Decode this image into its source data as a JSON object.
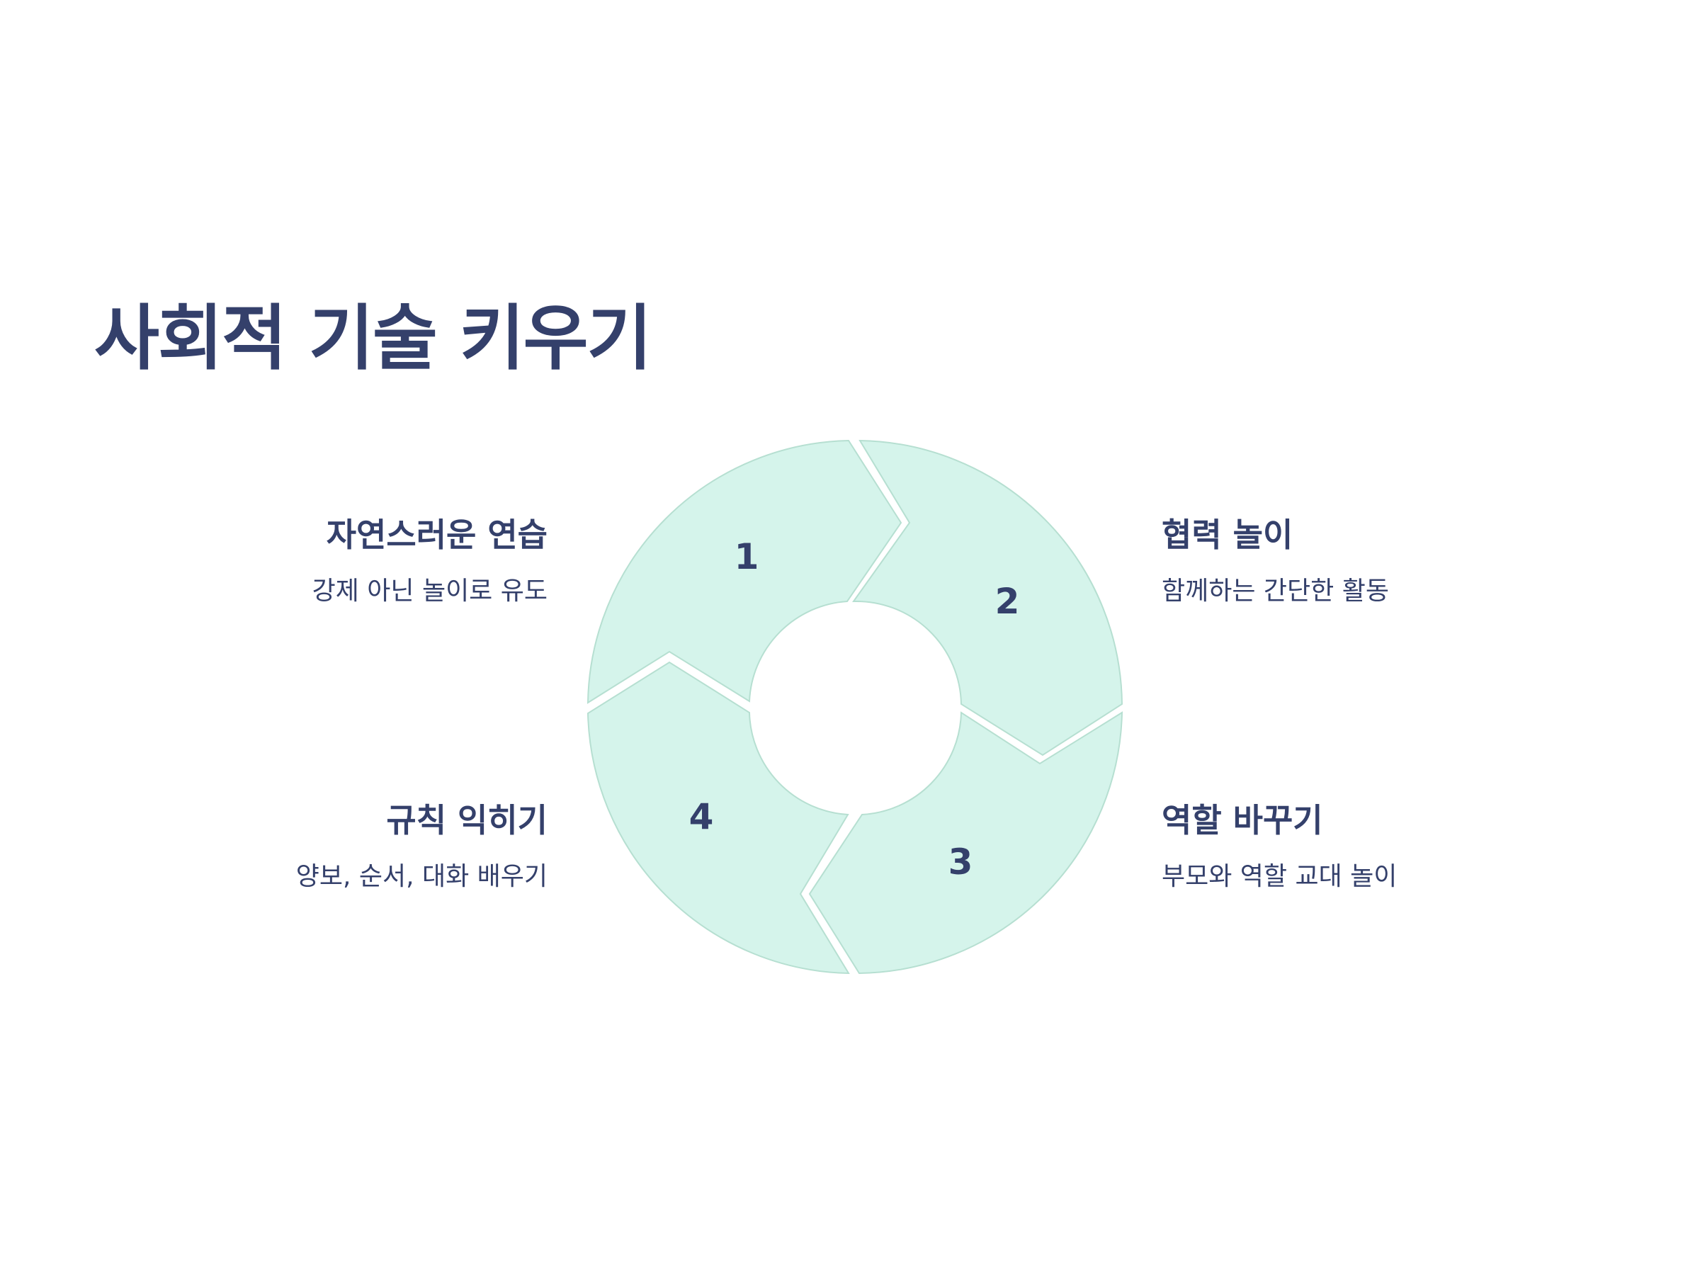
{
  "title": "사회적 기술 키우기",
  "colors": {
    "segment_fill": "#d5f4eb",
    "segment_stroke": "#b6dfd1",
    "text": "#34406b"
  },
  "steps": [
    {
      "number": "1",
      "heading": "자연스러운 연습",
      "description": "강제 아닌 놀이로 유도"
    },
    {
      "number": "2",
      "heading": "협력 놀이",
      "description": "함께하는 간단한 활동"
    },
    {
      "number": "3",
      "heading": "역할 바꾸기",
      "description": "부모와 역할 교대 놀이"
    },
    {
      "number": "4",
      "heading": "규칙 익히기",
      "description": "양보, 순서, 대화 배우기"
    }
  ]
}
